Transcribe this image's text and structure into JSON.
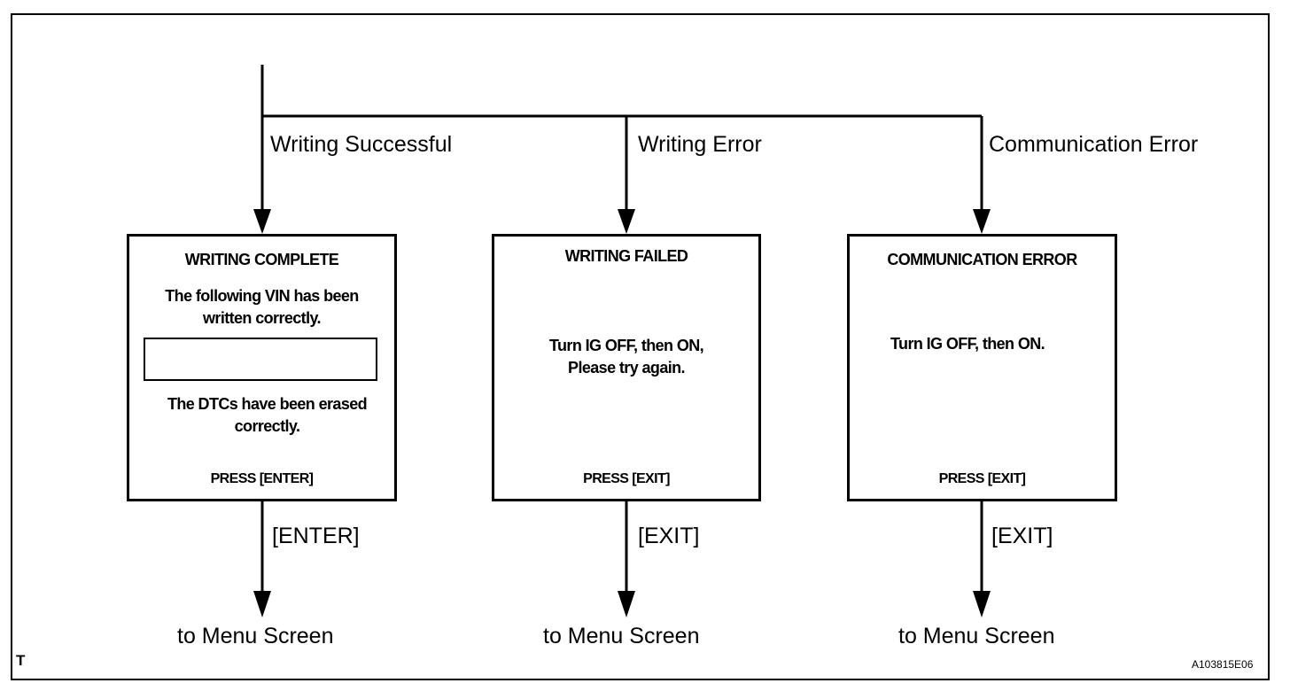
{
  "branches": [
    {
      "condition": "Writing Successful",
      "screen": {
        "title": "WRITING COMPLETE",
        "lines": [
          "The following VIN has been\nwritten correctly.",
          "The DTCs have been erased\ncorrectly."
        ],
        "vin_value": "",
        "prompt": "PRESS [ENTER]"
      },
      "key": "[ENTER]",
      "destination": "to Menu Screen"
    },
    {
      "condition": "Writing Error",
      "screen": {
        "title": "WRITING  FAILED",
        "lines": [
          "Turn IG OFF, then ON,\nPlease try again."
        ],
        "prompt": "PRESS [EXIT]"
      },
      "key": "[EXIT]",
      "destination": "to Menu Screen"
    },
    {
      "condition": "Communication Error",
      "screen": {
        "title": "COMMUNICATION ERROR",
        "lines": [
          "Turn IG OFF, then ON."
        ],
        "prompt": "PRESS [EXIT]"
      },
      "key": "[EXIT]",
      "destination": "to Menu Screen"
    }
  ],
  "corner_mark": "T",
  "figure_id": "A103815E06"
}
